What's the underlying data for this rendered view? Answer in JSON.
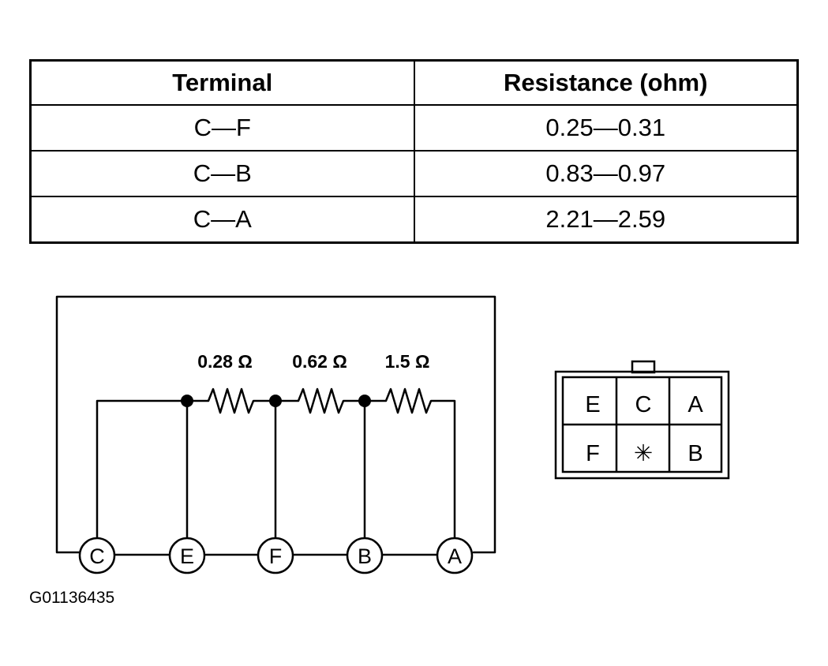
{
  "table": {
    "headers": [
      "Terminal",
      "Resistance (ohm)"
    ],
    "rows": [
      {
        "terminal": "C—F",
        "resistance": "0.25—0.31"
      },
      {
        "terminal": "C—B",
        "resistance": "0.83—0.97"
      },
      {
        "terminal": "C—A",
        "resistance": "2.21—2.59"
      }
    ]
  },
  "circuit": {
    "resistors": [
      {
        "label": "0.28 Ω"
      },
      {
        "label": "0.62 Ω"
      },
      {
        "label": "1.5 Ω"
      }
    ],
    "terminals": [
      "C",
      "E",
      "F",
      "B",
      "A"
    ]
  },
  "connector": {
    "cells": [
      [
        "E",
        "C",
        "A"
      ],
      [
        "F",
        "✳",
        "B"
      ]
    ]
  },
  "figure_code": "G01136435"
}
